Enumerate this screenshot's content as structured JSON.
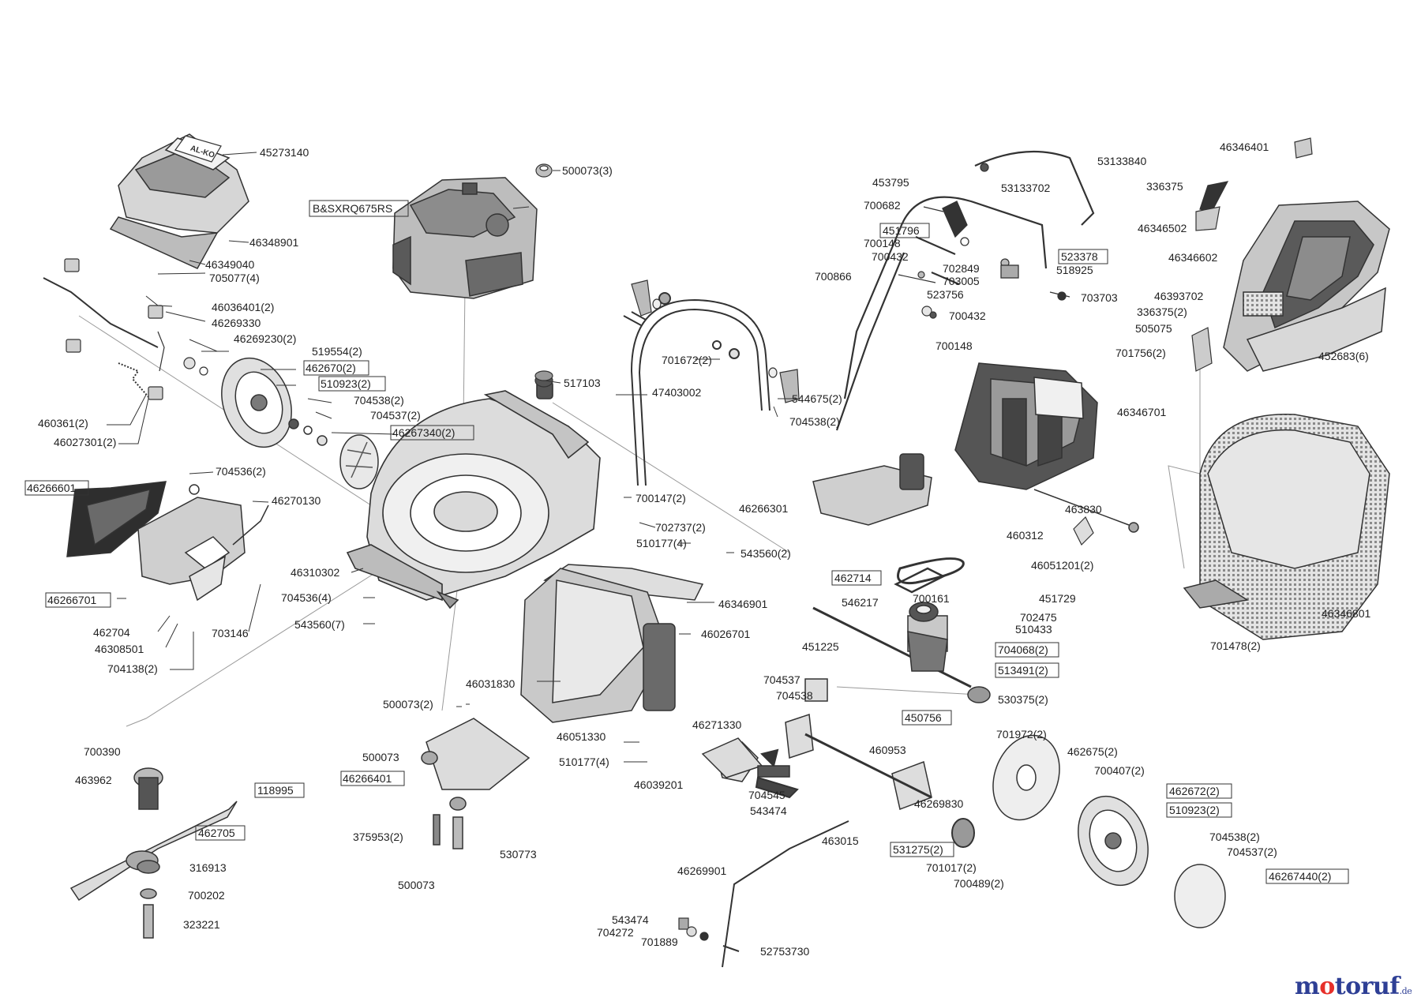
{
  "labels": {
    "l45273140": "45273140",
    "l46348901": "46348901",
    "l46349040": "46349040",
    "l705077": "705077(4)",
    "l46036401": "46036401(2)",
    "l46269330": "46269330",
    "l46269230": "46269230(2)",
    "l519554": "519554(2)",
    "l462670": "462670(2)",
    "l510923a": "510923(2)",
    "l704538a": "704538(2)",
    "l704537a": "704537(2)",
    "l46267340": "46267340(2)",
    "l460361": "460361(2)",
    "l46027301": "46027301(2)",
    "l46266601": "46266601",
    "l704536a": "704536(2)",
    "l46270130": "46270130",
    "l46266701": "46266701",
    "l462704": "462704",
    "l46308501": "46308501",
    "l703146": "703146",
    "l704138": "704138(2)",
    "l500073a": "500073(3)",
    "lBS": "B&SXRQ675RS",
    "l517103": "517103",
    "l47403002": "47403002",
    "l701672": "701672(2)",
    "l544675": "544675(2)",
    "l704538b": "704538(2)",
    "l700147": "700147(2)",
    "l702737": "702737(2)",
    "l510177a": "510177(4)",
    "l543560a": "543560(2)",
    "l46310302": "46310302",
    "l704536b": "704536(4)",
    "l543560b": "543560(7)",
    "l46346901": "46346901",
    "l46026701": "46026701",
    "l46266301": "46266301",
    "l46031830": "46031830",
    "l46051330": "46051330",
    "l510177b": "510177(4)",
    "l500073b": "500073(2)",
    "l46039201": "46039201",
    "l46271330": "46271330",
    "l704537b": "704537",
    "l704538c": "704538",
    "l704545": "704545",
    "l543474a": "543474",
    "l500073c": "500073",
    "l46266401": "46266401",
    "l375953": "375953(2)",
    "l530773": "530773",
    "l500073d": "500073",
    "l700390": "700390",
    "l463962": "463962",
    "l118995": "118995",
    "l462705": "462705",
    "l316913": "316913",
    "l700202": "700202",
    "l323221": "323221",
    "l53133840": "53133840",
    "l53133702": "53133702",
    "l453795": "453795",
    "l700682": "700682",
    "l451796": "451796",
    "l700148a": "700148",
    "l700432a": "700432",
    "l702849": "702849",
    "l523378": "523378",
    "l518925": "518925",
    "l703005": "703005",
    "l700866": "700866",
    "l523756": "523756",
    "l703703": "703703",
    "l700432b": "700432",
    "l700148b": "700148",
    "l46346401": "46346401",
    "l336375a": "336375",
    "l46346502": "46346502",
    "l46346602": "46346602",
    "l46393702": "46393702",
    "l336375b": "336375(2)",
    "l505075": "505075",
    "l701756": "701756(2)",
    "l452683": "452683(6)",
    "l46346701": "46346701",
    "l463830": "463830",
    "l460312": "460312",
    "l46051201": "46051201(2)",
    "l462714": "462714",
    "l546217": "546217",
    "l700161": "700161",
    "l451729": "451729",
    "l702475": "702475",
    "l510433": "510433",
    "l451225": "451225",
    "l704068": "704068(2)",
    "l513491": "513491(2)",
    "l530375": "530375(2)",
    "l450756": "450756",
    "l460953": "460953",
    "l46346801": "46346801",
    "l701478": "701478(2)",
    "l701972": "701972(2)",
    "l462675": "462675(2)",
    "l700407": "700407(2)",
    "l462672": "462672(2)",
    "l510923b": "510923(2)",
    "l46269830": "46269830",
    "l463015": "463015",
    "l531275": "531275(2)",
    "l701017": "701017(2)",
    "l700489": "700489(2)",
    "l704538d": "704538(2)",
    "l704537c": "704537(2)",
    "l46267440": "46267440(2)",
    "l46269901": "46269901",
    "l543474b": "543474",
    "l704272": "704272",
    "l701889": "701889",
    "l52753730": "52753730"
  },
  "brand": {
    "emblem": "AL-KO"
  },
  "watermark": {
    "main_a": "m",
    "main_o": "o",
    "main_b": "toruf",
    "tld": ".de"
  },
  "colors": {
    "line": "#3a3a3a",
    "part_fill": "#d8d8d8",
    "part_dark": "#5a5a5a",
    "watermark_blue": "#2e3f95",
    "watermark_red": "#e7302a"
  }
}
